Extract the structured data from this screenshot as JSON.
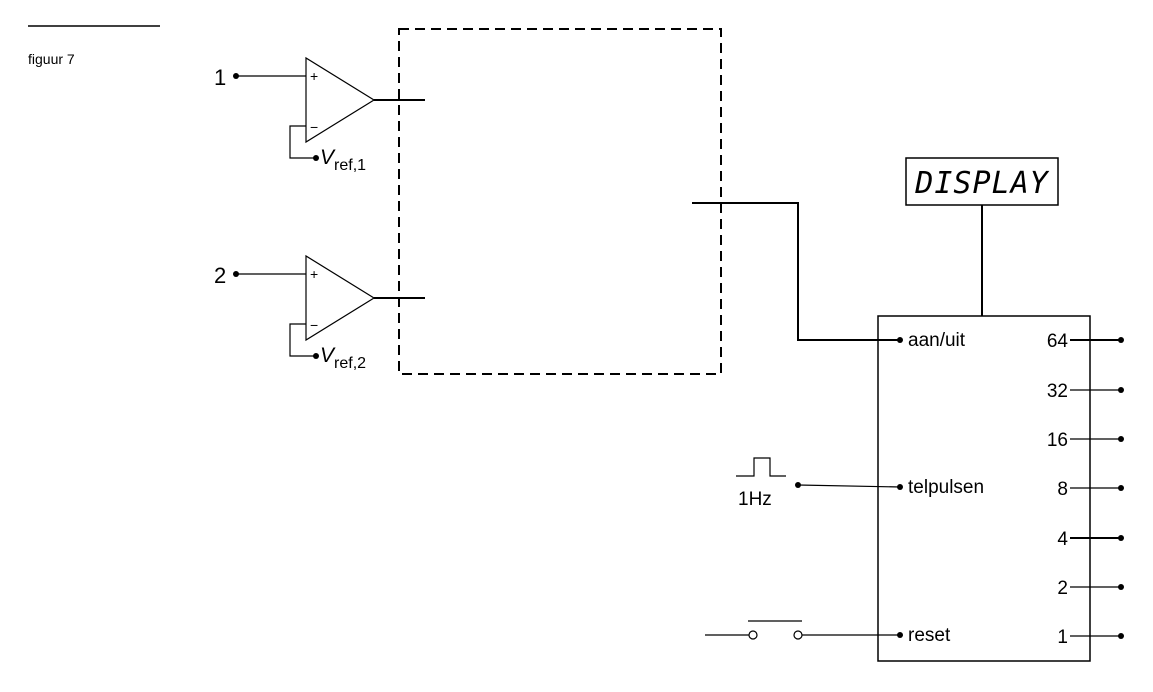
{
  "figure_label": "figuur 7",
  "inputs": [
    {
      "number": "1",
      "ref_symbol": "V",
      "ref_subscript": "ref,1"
    },
    {
      "number": "2",
      "ref_symbol": "V",
      "ref_subscript": "ref,2"
    }
  ],
  "comparator_signs": {
    "plus": "+",
    "minus": "−"
  },
  "display": {
    "label": "DISPLAY"
  },
  "counter": {
    "inputs": [
      "aan/uit",
      "telpulsen",
      "reset"
    ],
    "outputs": [
      "64",
      "32",
      "16",
      "8",
      "4",
      "2",
      "1"
    ]
  },
  "clock": {
    "label": "1Hz"
  }
}
